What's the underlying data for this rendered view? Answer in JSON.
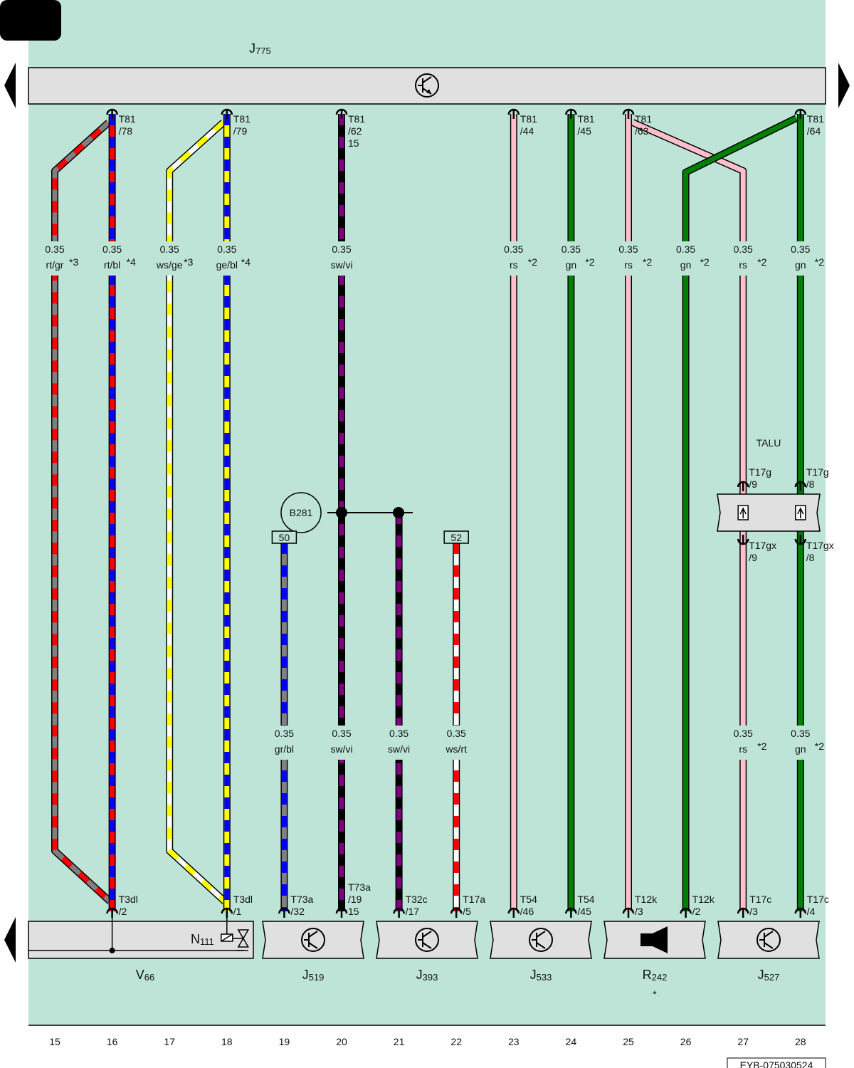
{
  "page": {
    "doc_code": "EYB-075030524"
  },
  "colors": {
    "background": "#bee4d8",
    "module_fill": "#e0e0e0",
    "rt": "#ff0000",
    "bl": "#0000ff",
    "gr": "#808080",
    "ws": "#ffffff",
    "ge": "#ffff00",
    "sw": "#000000",
    "vi": "#800080",
    "rs": "#ffc0cb",
    "gn": "#008000"
  },
  "top_module": {
    "name": "J",
    "sub": "775",
    "icon": "transistor-icon"
  },
  "columns": [
    "15",
    "16",
    "17",
    "18",
    "19",
    "20",
    "21",
    "22",
    "23",
    "24",
    "25",
    "26",
    "27",
    "28"
  ],
  "top_connectors": [
    {
      "col": 16,
      "name": "T81",
      "pin": "/78",
      "extra": ""
    },
    {
      "col": 18,
      "name": "T81",
      "pin": "/79",
      "extra": ""
    },
    {
      "col": 20,
      "name": "T81",
      "pin": "/62",
      "extra": "15"
    },
    {
      "col": 23,
      "name": "T81",
      "pin": "/44",
      "extra": ""
    },
    {
      "col": 24,
      "name": "T81",
      "pin": "/45",
      "extra": ""
    },
    {
      "col": 25,
      "name": "T81",
      "pin": "/63",
      "extra": ""
    },
    {
      "col": 28,
      "name": "T81",
      "pin": "/64",
      "extra": ""
    }
  ],
  "upper_wire_labels": [
    {
      "col": 15,
      "size": "0.35",
      "color": "rt/gr",
      "note": "*3"
    },
    {
      "col": 16,
      "size": "0.35",
      "color": "rt/bl",
      "note": "*4"
    },
    {
      "col": 17,
      "size": "0.35",
      "color": "ws/ge",
      "note": "*3"
    },
    {
      "col": 18,
      "size": "0.35",
      "color": "ge/bl",
      "note": "*4"
    },
    {
      "col": 20,
      "size": "0.35",
      "color": "sw/vi",
      "note": ""
    },
    {
      "col": 23,
      "size": "0.35",
      "color": "rs",
      "note": "*2"
    },
    {
      "col": 24,
      "size": "0.35",
      "color": "gn",
      "note": "*2"
    },
    {
      "col": 25,
      "size": "0.35",
      "color": "rs",
      "note": "*2"
    },
    {
      "col": 26,
      "size": "0.35",
      "color": "gn",
      "note": "*2"
    },
    {
      "col": 27,
      "size": "0.35",
      "color": "rs",
      "note": "*2"
    },
    {
      "col": 28,
      "size": "0.35",
      "color": "gn",
      "note": "*2"
    }
  ],
  "lower_wire_labels": [
    {
      "col": 19,
      "size": "0.35",
      "color": "gr/bl",
      "note": ""
    },
    {
      "col": 20,
      "size": "0.35",
      "color": "sw/vi",
      "note": ""
    },
    {
      "col": 21,
      "size": "0.35",
      "color": "sw/vi",
      "note": ""
    },
    {
      "col": 22,
      "size": "0.35",
      "color": "ws/rt",
      "note": ""
    },
    {
      "col": 27,
      "size": "0.35",
      "color": "rs",
      "note": "*2"
    },
    {
      "col": 28,
      "size": "0.35",
      "color": "gn",
      "note": "*2"
    }
  ],
  "talu": {
    "label": "TALU",
    "upper": [
      {
        "col": 27,
        "name": "T17g",
        "pin": "/9"
      },
      {
        "col": 28,
        "name": "T17g",
        "pin": "/8"
      }
    ],
    "lower": [
      {
        "col": 27,
        "name": "T17gx",
        "pin": "/9"
      },
      {
        "col": 28,
        "name": "T17gx",
        "pin": "/8"
      }
    ]
  },
  "splice": {
    "label": "B281"
  },
  "terminals": [
    {
      "col": 19,
      "label": "50"
    },
    {
      "col": 22,
      "label": "52"
    }
  ],
  "bottom_connectors": [
    {
      "col": 16,
      "name": "T3dl",
      "pin": "/2"
    },
    {
      "col": 18,
      "name": "T3dl",
      "pin": "/1"
    },
    {
      "col": 19,
      "name": "T73a",
      "pin": "/32"
    },
    {
      "col": 20,
      "name": "T73a",
      "pin": "/19",
      "extra": "15"
    },
    {
      "col": 21,
      "name": "T32c",
      "pin": "/17"
    },
    {
      "col": 22,
      "name": "T17a",
      "pin": "/5"
    },
    {
      "col": 23,
      "name": "T54",
      "pin": "/46"
    },
    {
      "col": 24,
      "name": "T54",
      "pin": "/45"
    },
    {
      "col": 25,
      "name": "T12k",
      "pin": "/3"
    },
    {
      "col": 26,
      "name": "T12k",
      "pin": "/2"
    },
    {
      "col": 27,
      "name": "T17c",
      "pin": "/3"
    },
    {
      "col": 28,
      "name": "T17c",
      "pin": "/4"
    }
  ],
  "bottom_modules": [
    {
      "name": "V",
      "sub": "66",
      "icon": "valve-icon",
      "note": ""
    },
    {
      "name": "J",
      "sub": "519",
      "icon": "transistor-icon",
      "note": ""
    },
    {
      "name": "J",
      "sub": "393",
      "icon": "transistor-icon",
      "note": ""
    },
    {
      "name": "J",
      "sub": "533",
      "icon": "transistor-icon",
      "note": ""
    },
    {
      "name": "R",
      "sub": "242",
      "icon": "speaker-icon",
      "note": "*"
    },
    {
      "name": "J",
      "sub": "527",
      "icon": "transistor-icon",
      "note": ""
    }
  ],
  "inner_component": {
    "name": "N",
    "sub": "111"
  }
}
